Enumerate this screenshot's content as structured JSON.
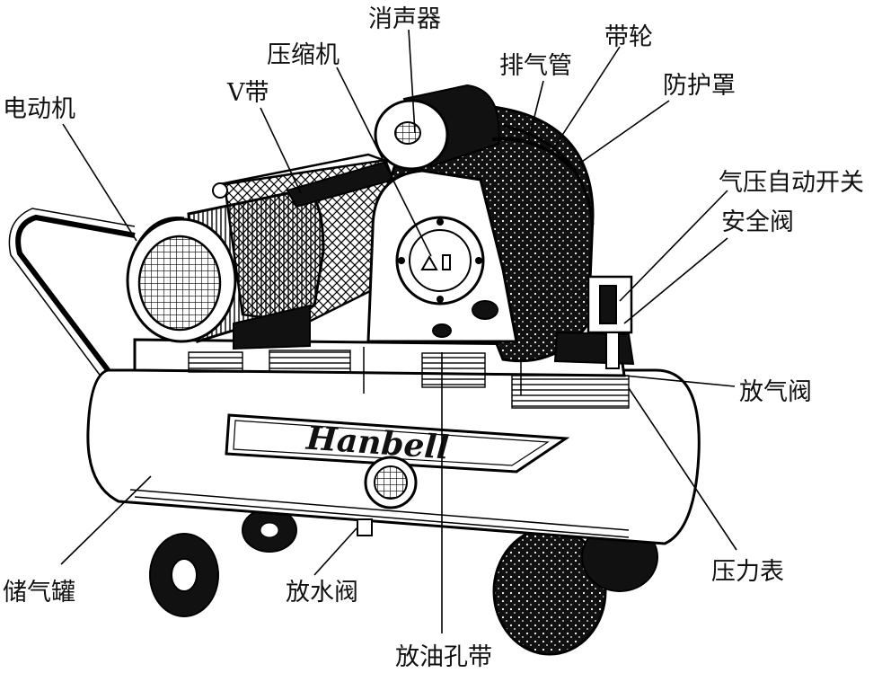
{
  "brand_logo_text": "Hanbell",
  "labels": {
    "muffler": "消声器",
    "pulley": "带轮",
    "compressor": "压缩机",
    "exhaust_pipe": "排气管",
    "guard": "防护罩",
    "motor": "电动机",
    "v_belt": "V带",
    "pressure_switch": "气压自动开关",
    "safety_valve": "安全阀",
    "bleed_valve": "放气阀",
    "pressure_gauge": "压力表",
    "air_tank": "储气罐",
    "drain_valve": "放水阀",
    "oil_drain_band": "放油孔带"
  }
}
